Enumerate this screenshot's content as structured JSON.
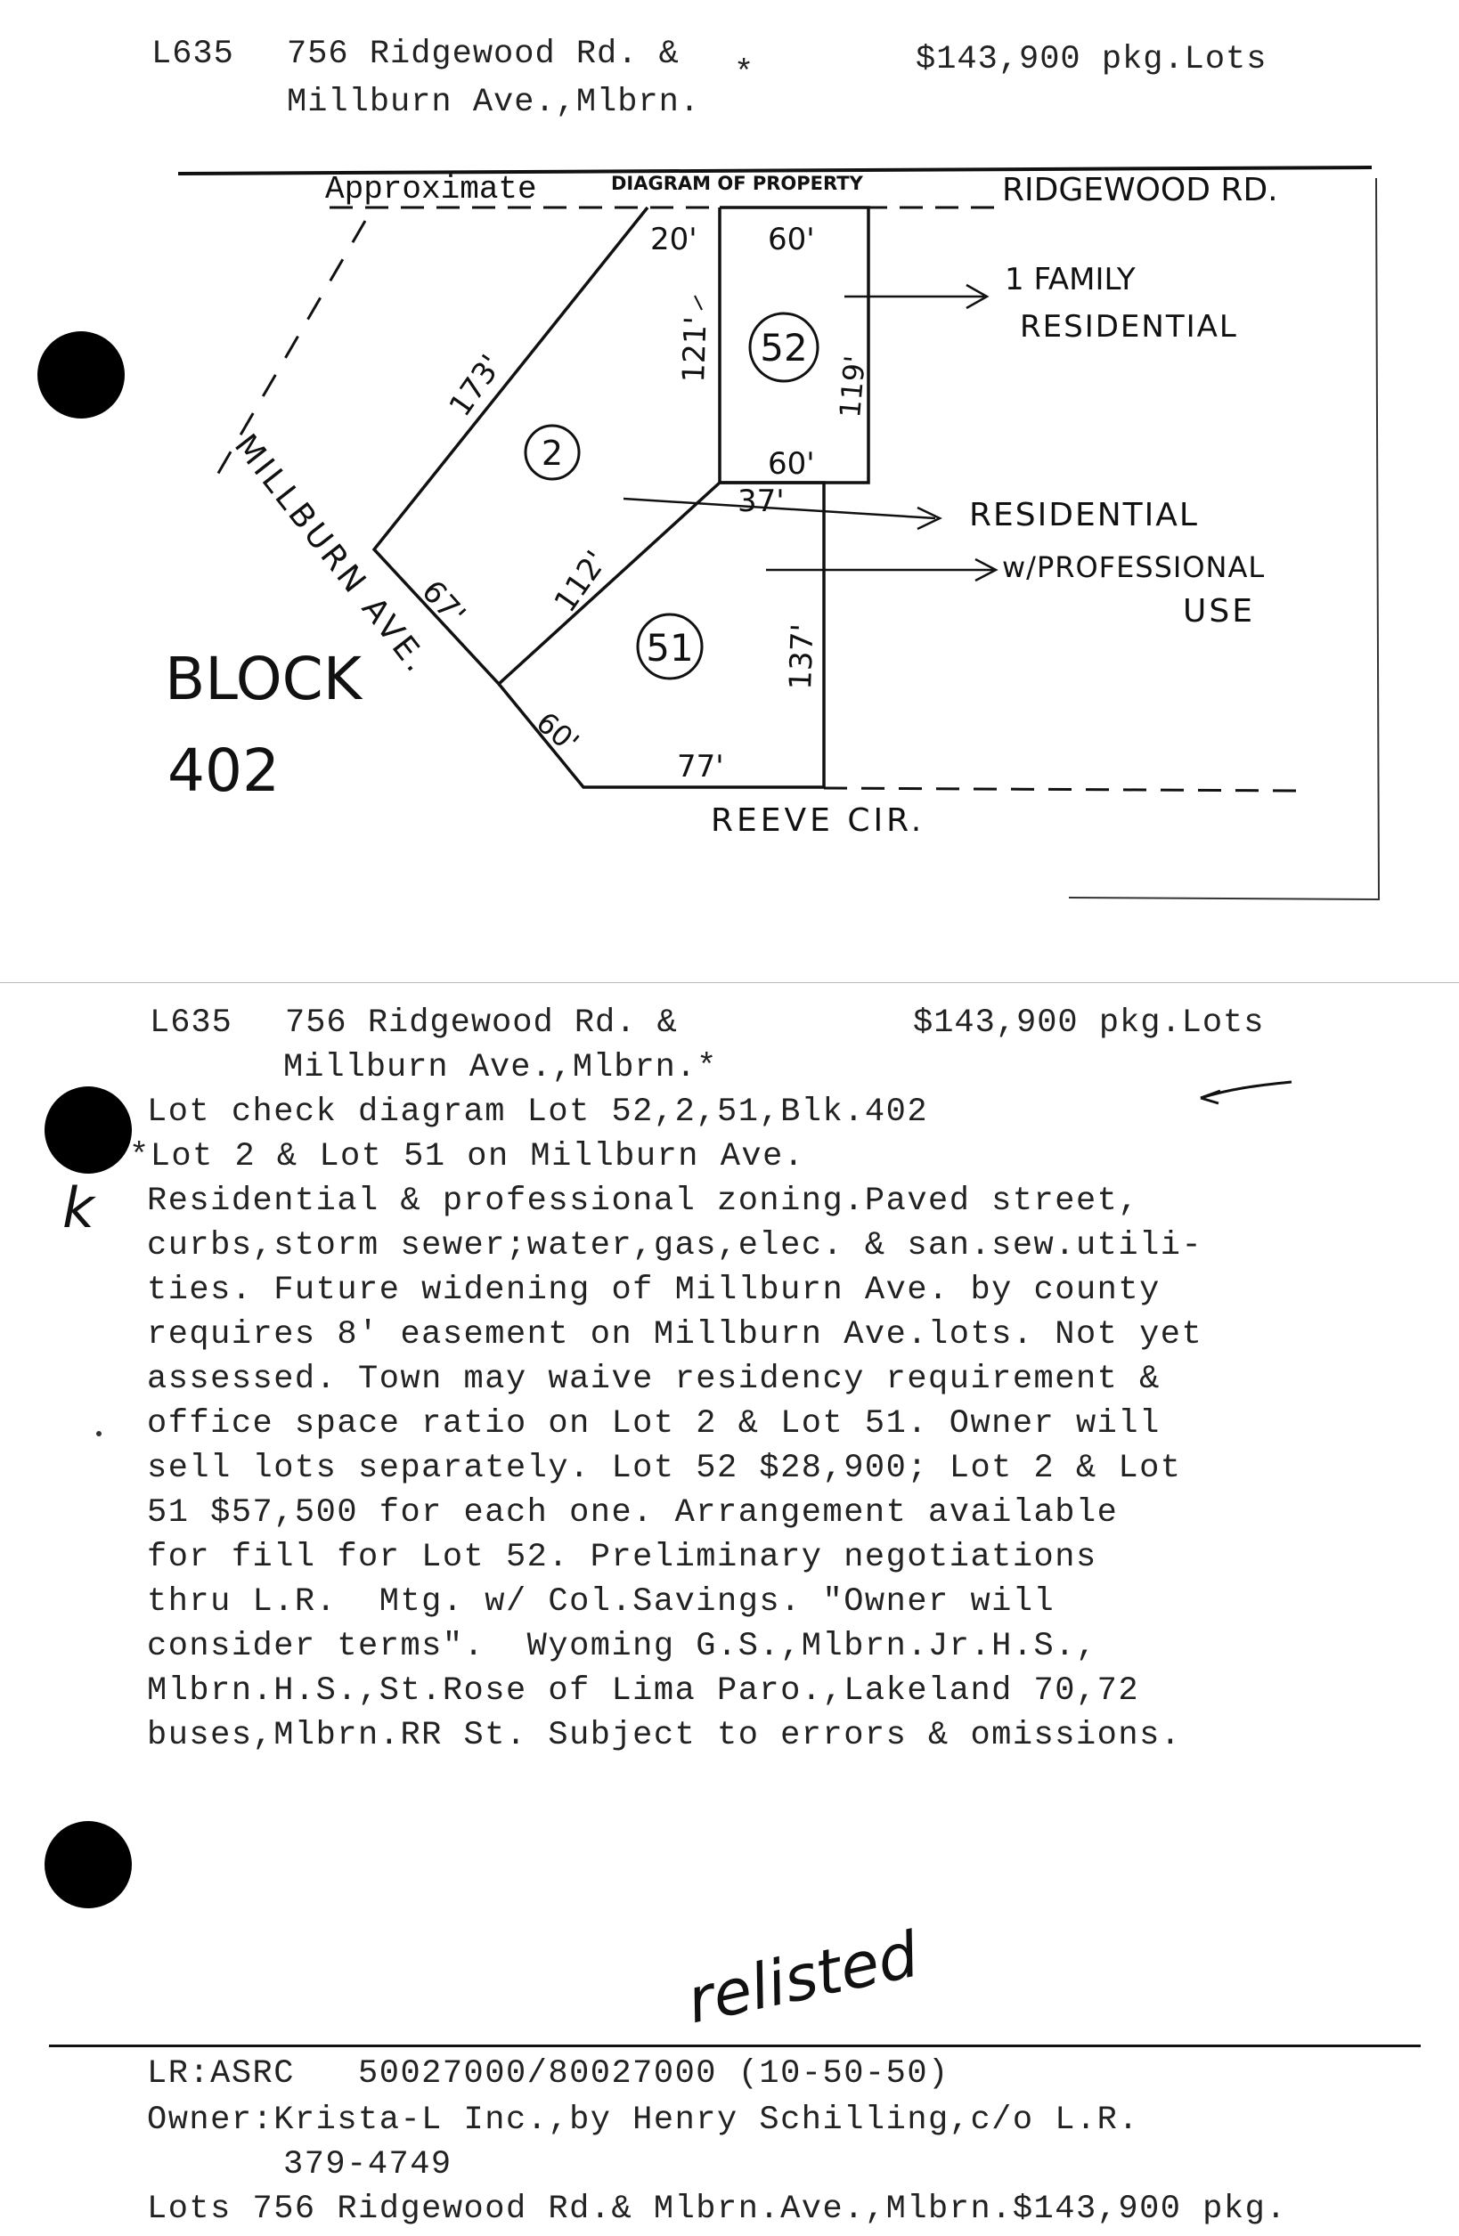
{
  "top_card": {
    "lot_id": "L635",
    "address_line1": "756 Ridgewood Rd. &",
    "asterisk": "*",
    "address_line2": "Millburn Ave.,Mlbrn.",
    "price": "$143,900 pkg.Lots"
  },
  "diagram": {
    "approximate": "Approximate",
    "title": "DIAGRAM OF PROPERTY",
    "street_top": "RIDGEWOOD RD.",
    "street_left": "MILLBURN AVE.",
    "street_bottom": "REEVE CIR.",
    "block_label": "BLOCK",
    "block_number": "402",
    "lots": [
      {
        "id": "52"
      },
      {
        "id": "2"
      },
      {
        "id": "51"
      }
    ],
    "dimensions": {
      "d20": "20'",
      "d60_top": "60'",
      "d121": "121'",
      "d119": "119'",
      "d173": "173'",
      "d60_mid": "60'",
      "d37": "37'",
      "d112": "112'",
      "d67": "67'",
      "d137": "137'",
      "d60_bot": "60'",
      "d77": "77'"
    },
    "annotation_1a": "1 FAMILY",
    "annotation_1b": "RESIDENTIAL",
    "annotation_2a": "RESIDENTIAL",
    "annotation_2b": "w/PROFESSIONAL",
    "annotation_2c": "USE"
  },
  "listing": {
    "lot_id": "L635",
    "address_line1": "756 Ridgewood Rd. &",
    "price": "$143,900 pkg.Lots",
    "address_line2": "Millburn Ave.,Mlbrn.*",
    "margin_mark": "k",
    "body": [
      "Lot check diagram Lot 52,2,51,Blk.402",
      "*Lot 2 & Lot 51 on Millburn Ave.",
      "Residential & professional zoning.Paved street,",
      "curbs,storm sewer;water,gas,elec. & san.sew.utili-",
      "ties. Future widening of Millburn Ave. by county",
      "requires 8' easement on Millburn Ave.lots. Not yet",
      "assessed. Town may waive residency requirement &",
      "office space ratio on Lot 2 & Lot 51. Owner will",
      "sell lots separately. Lot 52 $28,900; Lot 2 & Lot",
      "51 $57,500 for each one. Arrangement available",
      "for fill for Lot 52. Preliminary negotiations",
      "thru L.R.  Mtg. w/ Col.Savings. \"Owner will",
      "consider terms\".  Wyoming G.S.,Mlbrn.Jr.H.S.,",
      "Mlbrn.H.S.,St.Rose of Lima Paro.,Lakeland 70,72",
      "buses,Mlbrn.RR St. Subject to errors & omissions."
    ],
    "signature": "relisted"
  },
  "footer": {
    "line1": "LR:ASRC   50027000/80027000 (10-50-50)",
    "line2": "Owner:Krista-L Inc.,by Henry Schilling,c/o L.R.",
    "line3": "379-4749",
    "line4": "Lots 756 Ridgewood Rd.& Mlbrn.Ave.,Mlbrn.$143,900 pkg."
  }
}
